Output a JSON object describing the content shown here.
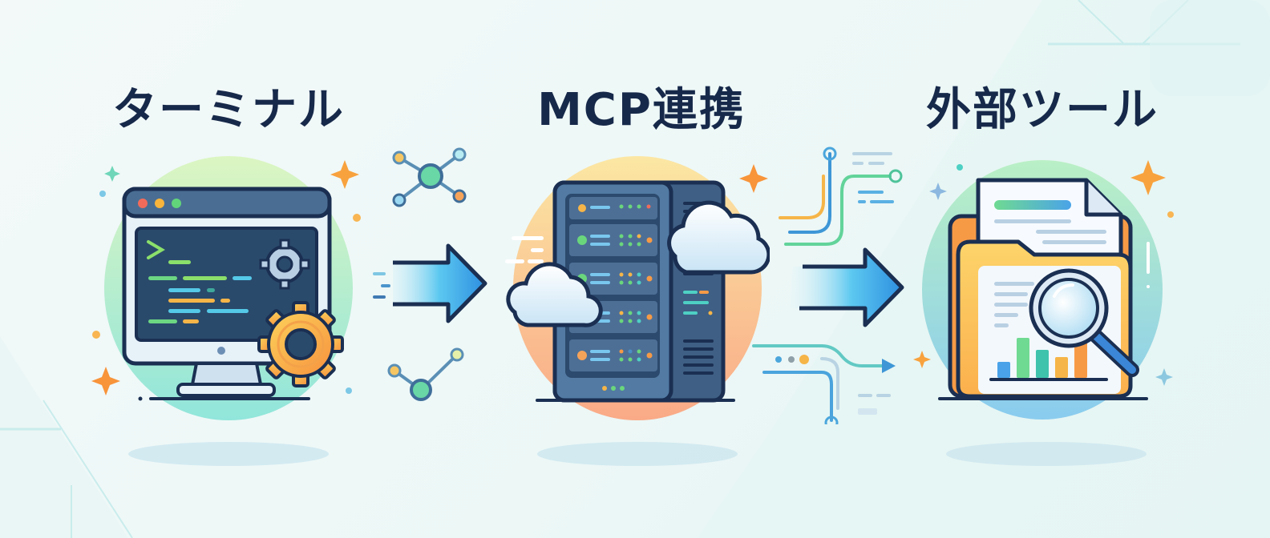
{
  "diagram": {
    "type": "flow",
    "direction": "left-to-right",
    "panels": [
      {
        "id": "terminal",
        "title": "ターミナル",
        "icon": "terminal-monitor-with-gears-icon",
        "accent_colors": [
          "#a7e8a0",
          "#7fdfd2"
        ]
      },
      {
        "id": "mcp",
        "title": "MCP連携",
        "icon": "server-rack-with-clouds-icon",
        "accent_colors": [
          "#fbe08a",
          "#fba577"
        ]
      },
      {
        "id": "external-tools",
        "title": "外部ツール",
        "icon": "folder-document-magnifier-chart-icon",
        "accent_colors": [
          "#a6eab8",
          "#86cdee"
        ]
      }
    ],
    "connectors": [
      {
        "from": "terminal",
        "to": "mcp",
        "icon": "right-arrow-icon",
        "decorations": [
          "network-node-icon",
          "network-node-icon"
        ]
      },
      {
        "from": "mcp",
        "to": "external-tools",
        "icon": "right-arrow-icon",
        "decorations": [
          "circuit-lines-icon"
        ]
      }
    ]
  },
  "colors": {
    "title_text": "#17294a",
    "outline": "#1a2f52",
    "arrow_blue": "#2e8fe0",
    "arrow_light": "#5cc8f0",
    "star_orange": "#f79a3e"
  }
}
